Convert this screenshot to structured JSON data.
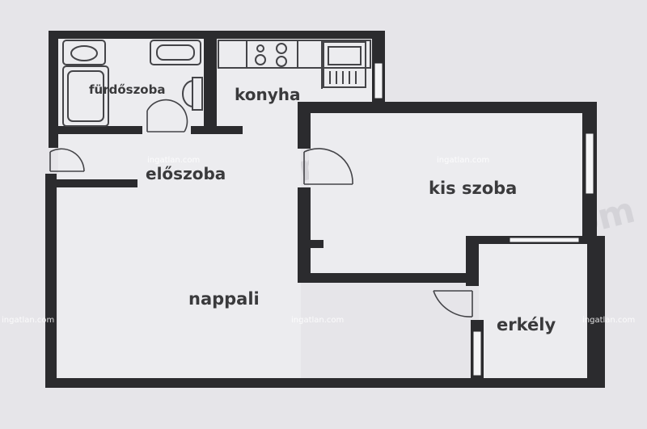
{
  "rooms": {
    "bathroom": "fürdőszoba",
    "kitchen": "konyha",
    "hall": "előszoba",
    "small_room": "kis szoba",
    "living_room": "nappali",
    "balcony": "erkély"
  },
  "watermarks": {
    "site": "ingatlan.com",
    "faint": "alaprajz.com"
  },
  "colors": {
    "background": "#e6e5e9",
    "wall": "#2b2b2e",
    "fixture": "#444448",
    "label": "#3a3a3c"
  }
}
